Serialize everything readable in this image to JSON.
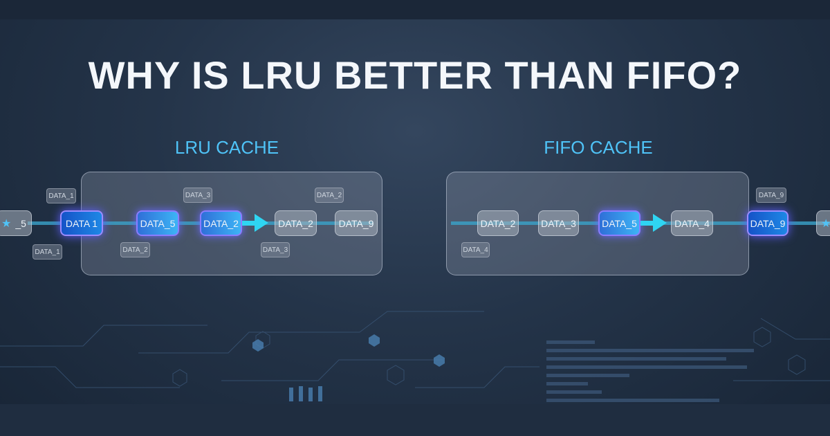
{
  "title": "WHY IS LRU BETTER THAN FIFO?",
  "lru": {
    "label": "LRU CACHE",
    "entry": "_5",
    "nodes": [
      "DATA 1",
      "DATA_5",
      "DATA_2",
      "DATA_2",
      "DATA_9"
    ],
    "tags": [
      "DATA_1",
      "DATA_3",
      "DATA_2",
      "DATA_1",
      "DATA_2",
      "DATA_3"
    ]
  },
  "fifo": {
    "label": "FIFO CACHE",
    "nodes": [
      "DATA_2",
      "DATA_3",
      "DATA_5",
      "DATA_4",
      "DATA_9"
    ],
    "tags": [
      "DATA_9",
      "DATA_4"
    ]
  },
  "colors": {
    "accent": "#4fc3f7",
    "arrow": "#2fd5f2",
    "highlight": "#3db4f5"
  }
}
